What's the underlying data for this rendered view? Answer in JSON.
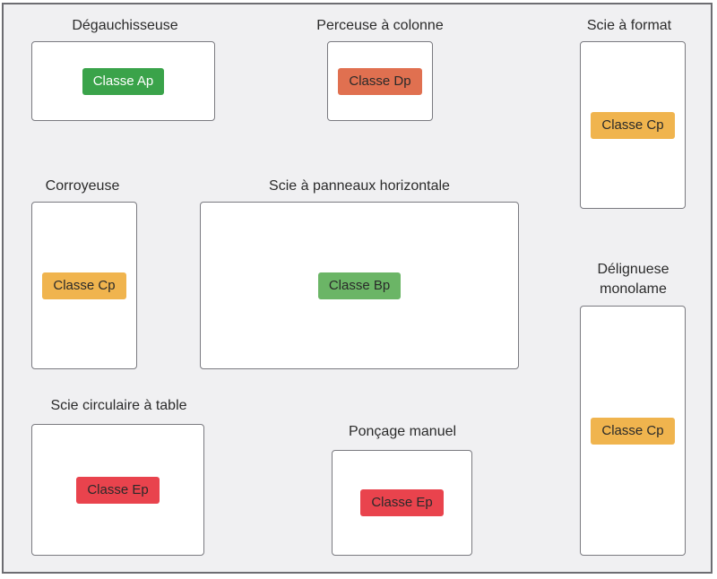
{
  "classes": {
    "Ap": {
      "label": "Classe Ap",
      "color": "#3aa34a"
    },
    "Bp": {
      "label": "Classe Bp",
      "color": "#6bb566"
    },
    "Cp": {
      "label": "Classe Cp",
      "color": "#f0b44e"
    },
    "Dp": {
      "label": "Classe Dp",
      "color": "#e07050"
    },
    "Ep": {
      "label": "Classe Ep",
      "color": "#e9434d"
    }
  },
  "machines": [
    {
      "id": "degauchisseuse",
      "name": "Dégauchisseuse",
      "class": "Ap"
    },
    {
      "id": "perceuse-colonne",
      "name": "Perceuse à colonne",
      "class": "Dp"
    },
    {
      "id": "scie-format",
      "name": "Scie à format",
      "class": "Cp"
    },
    {
      "id": "corroyeuse",
      "name": "Corroyeuse",
      "class": "Cp"
    },
    {
      "id": "scie-panneaux",
      "name": "Scie à panneaux horizontale",
      "class": "Bp"
    },
    {
      "id": "delignuese",
      "name": "Délignuese\nmonolame",
      "class": "Cp"
    },
    {
      "id": "scie-circulaire",
      "name": "Scie circulaire à table",
      "class": "Ep"
    },
    {
      "id": "poncage",
      "name": "Ponçage manuel",
      "class": "Ep"
    }
  ]
}
